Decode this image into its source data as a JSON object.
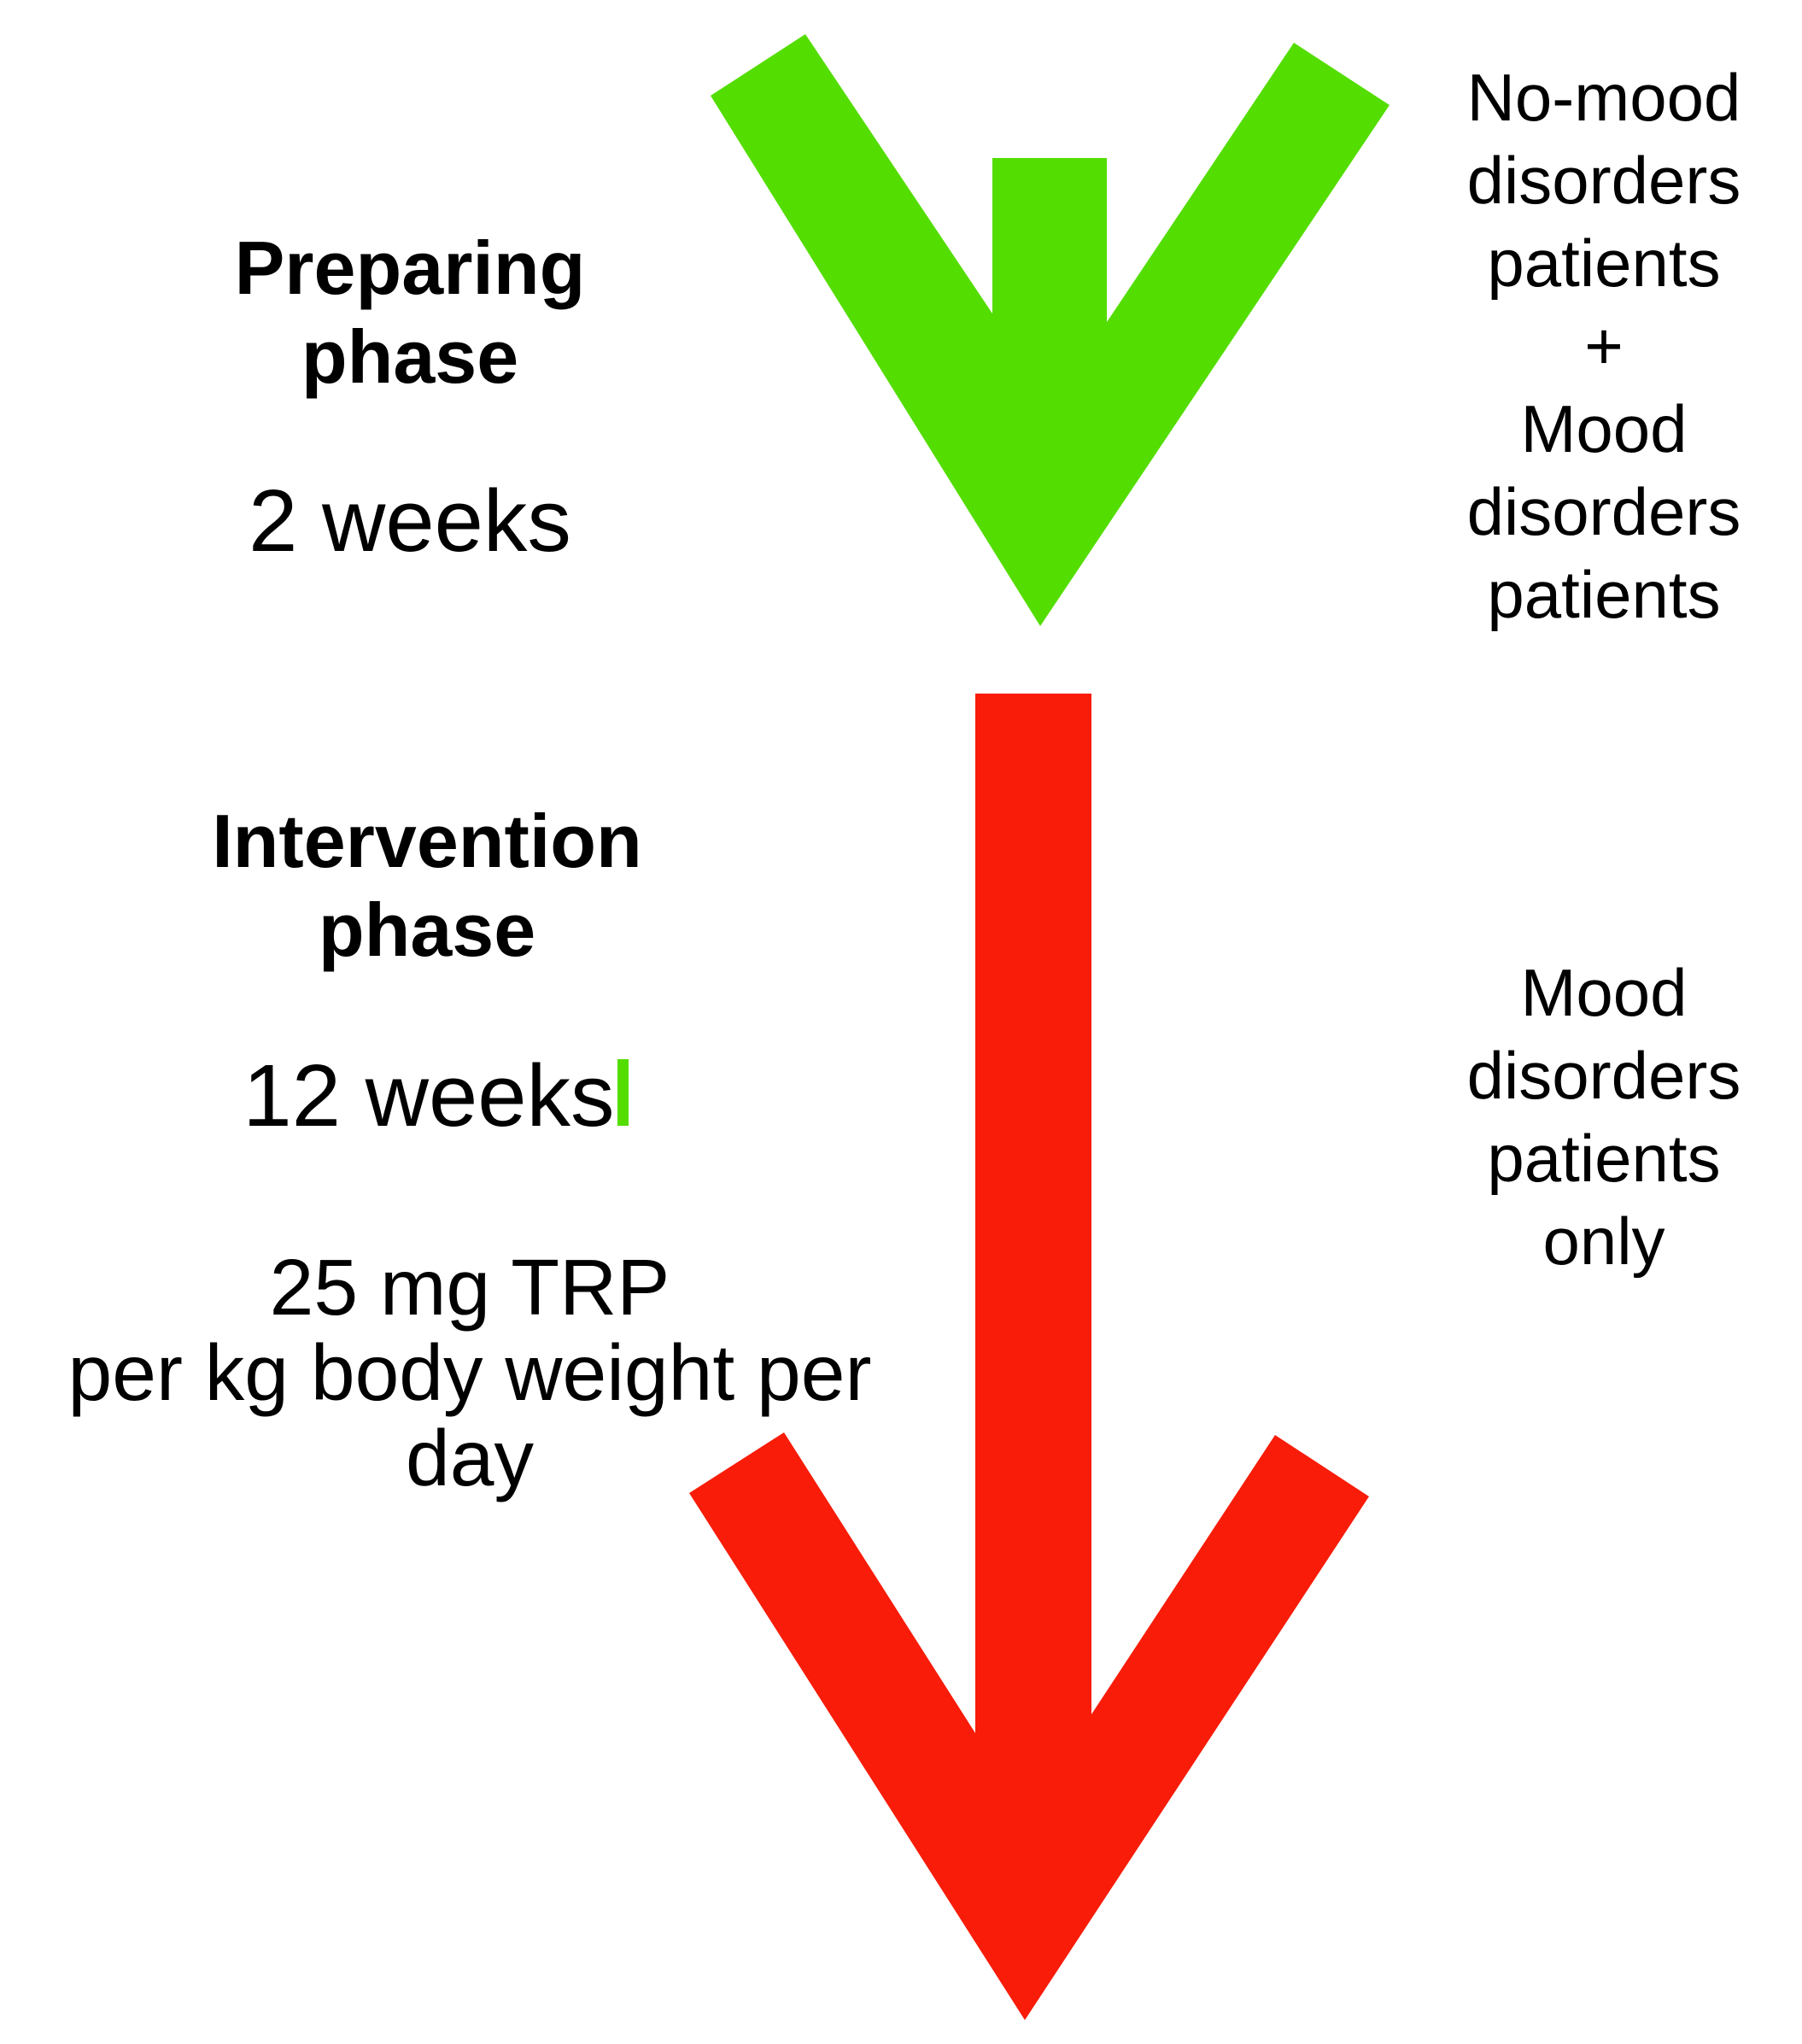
{
  "colors": {
    "green": "#54dd00",
    "red": "#f81c09",
    "text": "#000000",
    "background": "#ffffff"
  },
  "phases": [
    {
      "name_line1": "Preparing",
      "name_line2": "phase",
      "duration": "2 weeks",
      "arrow": "green-down-arrow",
      "population_lines": [
        "No-mood",
        "disorders",
        "patients",
        "+",
        "Mood",
        "disorders",
        "patients"
      ]
    },
    {
      "name_line1": "Intervention",
      "name_line2": "phase",
      "duration": "12 weeks",
      "dose_line1": "25 mg TRP",
      "dose_line2": "per kg body weight per day",
      "arrow": "red-down-arrow",
      "population_lines": [
        "Mood",
        "disorders",
        "patients",
        "only"
      ]
    }
  ]
}
